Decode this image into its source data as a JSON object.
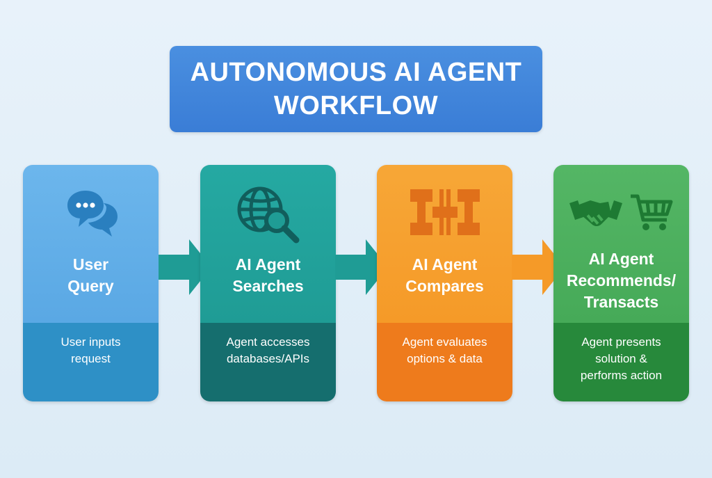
{
  "title": "AUTONOMOUS AI AGENT\nWORKFLOW",
  "steps": [
    {
      "label": "User\nQuery",
      "description": "User inputs\nrequest",
      "icon": "chat-bubbles-icon",
      "color": "#5aa8e4",
      "dark_color": "#2e90c6"
    },
    {
      "label": "AI Agent\nSearches",
      "description": "Agent accesses\ndatabases/APIs",
      "icon": "globe-search-icon",
      "color": "#1f9c95",
      "dark_color": "#156e6e"
    },
    {
      "label": "AI Agent\nCompares",
      "description": "Agent evaluates\noptions & data",
      "icon": "compare-icon",
      "color": "#f59a28",
      "dark_color": "#ee7b1c"
    },
    {
      "label": "AI Agent\nRecommends/\nTransacts",
      "description": "Agent presents\nsolution &\nperforms action",
      "icons": [
        "handshake-icon",
        "shopping-cart-icon"
      ],
      "color": "#46aa58",
      "dark_color": "#27893b"
    }
  ],
  "arrow_colors": [
    "#1f9c95",
    "#1f9c95",
    "#f59a28"
  ]
}
